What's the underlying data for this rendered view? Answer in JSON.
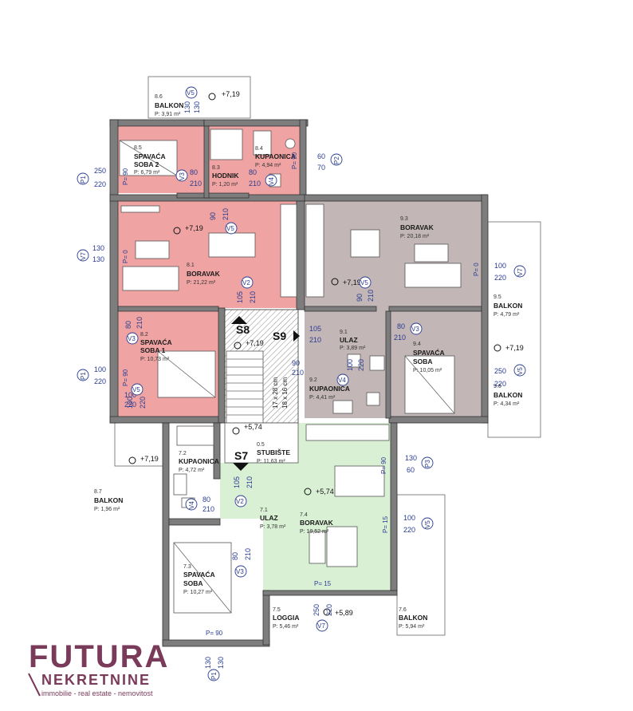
{
  "rooms": [
    {
      "code": "8.6",
      "name": "BALKON",
      "area": "P: 3,91 m²"
    },
    {
      "code": "8.5",
      "name": "SPAVAĆA",
      "name2": "SOBA 2",
      "area": "P: 6,79 m²"
    },
    {
      "code": "8.4",
      "name": "KUPAONICA",
      "area": "P: 4,94 m²"
    },
    {
      "code": "8.3",
      "name": "HODNIK",
      "area": "P: 1,20 m²"
    },
    {
      "code": "8.1",
      "name": "BORAVAK",
      "area": "P: 21,22 m²"
    },
    {
      "code": "8.2",
      "name": "SPAVAĆA",
      "name2": "SOBA 1",
      "area": "P: 10,73 m²"
    },
    {
      "code": "8.7",
      "name": "BALKON",
      "area": "P: 1,96 m²"
    },
    {
      "code": "9.3",
      "name": "BORAVAK",
      "area": "P: 20,18 m²"
    },
    {
      "code": "9.5",
      "name": "BALKON",
      "area": "P: 4,79 m²"
    },
    {
      "code": "9.1",
      "name": "ULAZ",
      "area": "P: 3,89 m²"
    },
    {
      "code": "9.4",
      "name": "SPAVAĆA",
      "name2": "SOBA",
      "area": "P: 10,05 m²"
    },
    {
      "code": "9.2",
      "name": "KUPAONICA",
      "area": "P: 4,41 m²"
    },
    {
      "code": "9.6",
      "name": "BALKON",
      "area": "P: 4,34 m²"
    },
    {
      "code": "0.5",
      "name": "STUBIŠTE",
      "area": "P: 11,63 m²"
    },
    {
      "code": "7.2",
      "name": "KUPAONICA",
      "area": "P: 4,72 m²"
    },
    {
      "code": "7.1",
      "name": "ULAZ",
      "area": "P: 3,78 m²"
    },
    {
      "code": "7.4",
      "name": "BORAVAK",
      "area": "P: 19,52 m²"
    },
    {
      "code": "7.3",
      "name": "SPAVAĆA",
      "name2": "SOBA",
      "area": "P: 10,27 m²"
    },
    {
      "code": "7.5",
      "name": "LOGGIA",
      "area": "P: 5,46 m²"
    },
    {
      "code": "7.6",
      "name": "BALKON",
      "area": "P: 5,94 m²"
    }
  ],
  "levels": [
    "+7,19",
    "+7,19",
    "+7,19",
    "+7,19",
    "+7,19",
    "+7,19",
    "+5,74",
    "+5,74",
    "+5,89"
  ],
  "stairs": {
    "s8": "S8",
    "s9": "S9",
    "s7": "S7",
    "spec1": "17 x 28 cm",
    "spec2": "18 x 16 cm"
  },
  "dims": [
    "130",
    "130",
    "250",
    "220",
    "130",
    "130",
    "100",
    "220",
    "100",
    "220",
    "60",
    "70",
    "80",
    "210",
    "80",
    "210",
    "90",
    "210",
    "105",
    "210",
    "80",
    "210",
    "100",
    "220",
    "250",
    "220",
    "90",
    "210",
    "105",
    "210",
    "80",
    "210",
    "100",
    "220",
    "130",
    "60",
    "105",
    "210",
    "80",
    "210",
    "80",
    "210",
    "100",
    "220",
    "250",
    "220",
    "130",
    "130",
    "90",
    "210",
    "100",
    "220"
  ],
  "parapets": [
    "P= 90",
    "P= 90",
    "P= 0",
    "P= 90",
    "P= 0",
    "P= 90",
    "P= 15",
    "P= 15",
    "P= 90"
  ],
  "tags": [
    "V5",
    "P1",
    "V3",
    "V4",
    "P2",
    "V7",
    "V5",
    "V2",
    "V3",
    "P1",
    "V5",
    "V5",
    "V7",
    "V3",
    "V4",
    "V5",
    "V5",
    "P3",
    "V5",
    "V2",
    "V4",
    "V3",
    "V7",
    "P1"
  ],
  "logo": {
    "main": "FUTURA",
    "sub": "NEKRETNINE",
    "tagline": "immobilie - real estate - nemovitost"
  }
}
